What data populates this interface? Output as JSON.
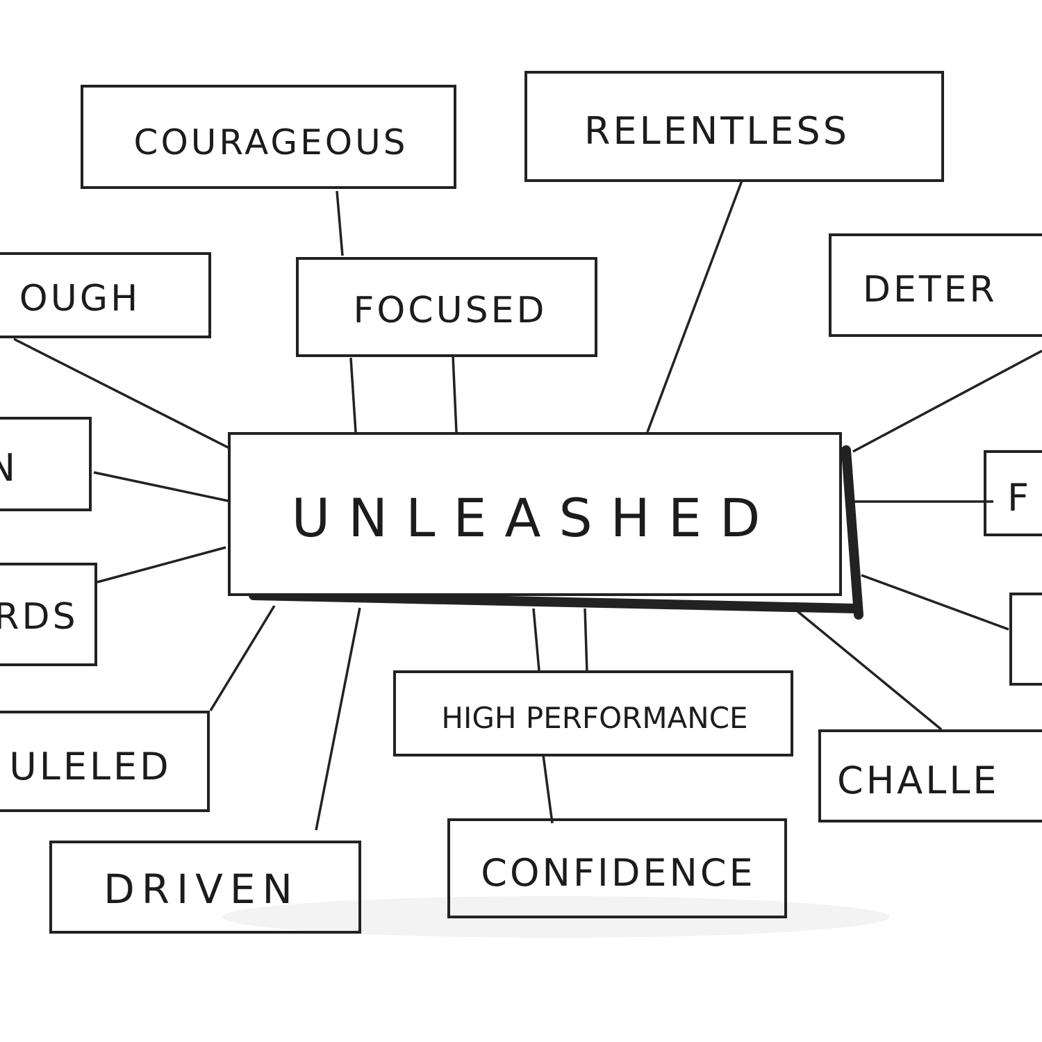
{
  "central": "UNLEASHED",
  "nodes": {
    "courageous": "COURAGEOUS",
    "relentless": "RELENTLESS",
    "tough": "OUGH",
    "focused": "FOCUSED",
    "determined": "DETER",
    "left_n": "N",
    "right_f": "F",
    "rewards": "RDS",
    "right_small": "",
    "fueled": "ULELED",
    "high_performance": "HIGH PERFORMANCE",
    "challenge": "CHALLE",
    "driven": "DRIVEN",
    "confidence": "CONFIDENCE"
  }
}
